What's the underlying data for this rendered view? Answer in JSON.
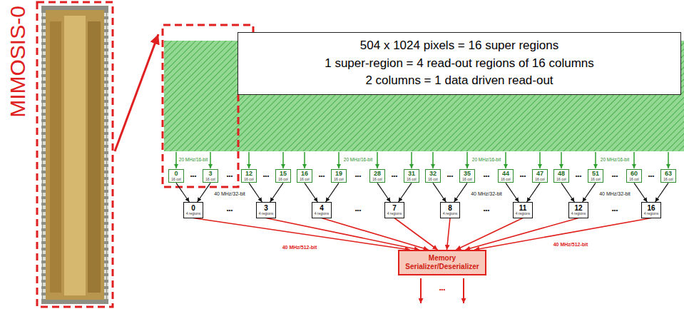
{
  "diagram": {
    "nodes": [
      {
        "text": [
          "504 x 1024 pixels = 16 super regions",
          "1 super-region = 4 read-out regions of 16 columns",
          "2 columns = 1 data driven read-out"
        ]
      },
      {
        "text": [
          "0",
          "16 col"
        ]
      },
      {
        "text": [
          "3",
          "16 col"
        ]
      },
      {
        "text": [
          "12",
          "16 col"
        ]
      },
      {
        "text": [
          "15",
          "16 col"
        ]
      },
      {
        "text": [
          "16",
          "16 col"
        ]
      },
      {
        "text": [
          "19",
          "16 col"
        ]
      },
      {
        "text": [
          "28",
          "16 col"
        ]
      },
      {
        "text": [
          "31",
          "16 col"
        ]
      },
      {
        "text": [
          "32",
          "16 col"
        ]
      },
      {
        "text": [
          "35",
          "16 col"
        ]
      },
      {
        "text": [
          "44",
          "16 col"
        ]
      },
      {
        "text": [
          "47",
          "16 col"
        ]
      },
      {
        "text": [
          "48",
          "16 col"
        ]
      },
      {
        "text": [
          "51",
          "16 col"
        ]
      },
      {
        "text": [
          "60",
          "16 col"
        ]
      },
      {
        "text": [
          "63",
          "16 col"
        ]
      },
      {
        "text": [
          "0",
          "4 regions"
        ]
      },
      {
        "text": [
          "3",
          "4 regions"
        ]
      },
      {
        "text": [
          "4",
          "4 regions"
        ]
      },
      {
        "text": [
          "7",
          "4 regions"
        ]
      },
      {
        "text": [
          "8",
          "4 regions"
        ]
      },
      {
        "text": [
          "11",
          "4 regions"
        ]
      },
      {
        "text": [
          "12",
          "4 regions"
        ]
      },
      {
        "text": [
          "16",
          "4 regions"
        ]
      },
      {
        "text": [
          "Memory Serializer/Deserializer"
        ]
      }
    ],
    "edges": [
      {
        "from": 1,
        "to": 17,
        "arrow": "to"
      },
      {
        "from": 2,
        "to": 17,
        "arrow": "to"
      },
      {
        "from": 3,
        "to": 18,
        "arrow": "to"
      },
      {
        "from": 4,
        "to": 18,
        "arrow": "to"
      },
      {
        "from": 5,
        "to": 19,
        "arrow": "to"
      },
      {
        "from": 6,
        "to": 19,
        "arrow": "to"
      },
      {
        "from": 7,
        "to": 20,
        "arrow": "to"
      },
      {
        "from": 8,
        "to": 20,
        "arrow": "to"
      },
      {
        "from": 9,
        "to": 21,
        "arrow": "to"
      },
      {
        "from": 10,
        "to": 21,
        "arrow": "to"
      },
      {
        "from": 11,
        "to": 22,
        "arrow": "to"
      },
      {
        "from": 12,
        "to": 22,
        "arrow": "to"
      },
      {
        "from": 13,
        "to": 23,
        "arrow": "to"
      },
      {
        "from": 14,
        "to": 23,
        "arrow": "to"
      },
      {
        "from": 15,
        "to": 24,
        "arrow": "to"
      },
      {
        "from": 16,
        "to": 24,
        "arrow": "to"
      },
      {
        "from": 17,
        "to": 25,
        "arrow": "to"
      },
      {
        "from": 18,
        "to": 25,
        "arrow": "to"
      },
      {
        "from": 19,
        "to": 25,
        "arrow": "to"
      },
      {
        "from": 20,
        "to": 25,
        "arrow": "to"
      },
      {
        "from": 21,
        "to": 25,
        "arrow": "to"
      },
      {
        "from": 22,
        "to": 25,
        "arrow": "to"
      },
      {
        "from": 23,
        "to": 25,
        "arrow": "to"
      },
      {
        "from": 24,
        "to": 25,
        "arrow": "to"
      }
    ],
    "labels": [
      "MIMOSIS-0",
      "20 MHz/16-bit",
      "20 MHz/16-bit",
      "20 MHz/16-bit",
      "20 MHz/16-bit",
      "40 MHz/32-bit",
      "40 MHz/32-bit",
      "40 MHz/32-bit",
      "40 MHz/512-bit",
      "40 MHz/512-bit",
      "•••",
      "•••",
      "•••",
      "•••",
      "•••",
      "•••",
      "•••",
      "•••",
      "•••",
      "•••",
      "•••",
      "•••",
      "•••",
      "•••",
      "•••",
      "•••",
      "•••"
    ]
  }
}
